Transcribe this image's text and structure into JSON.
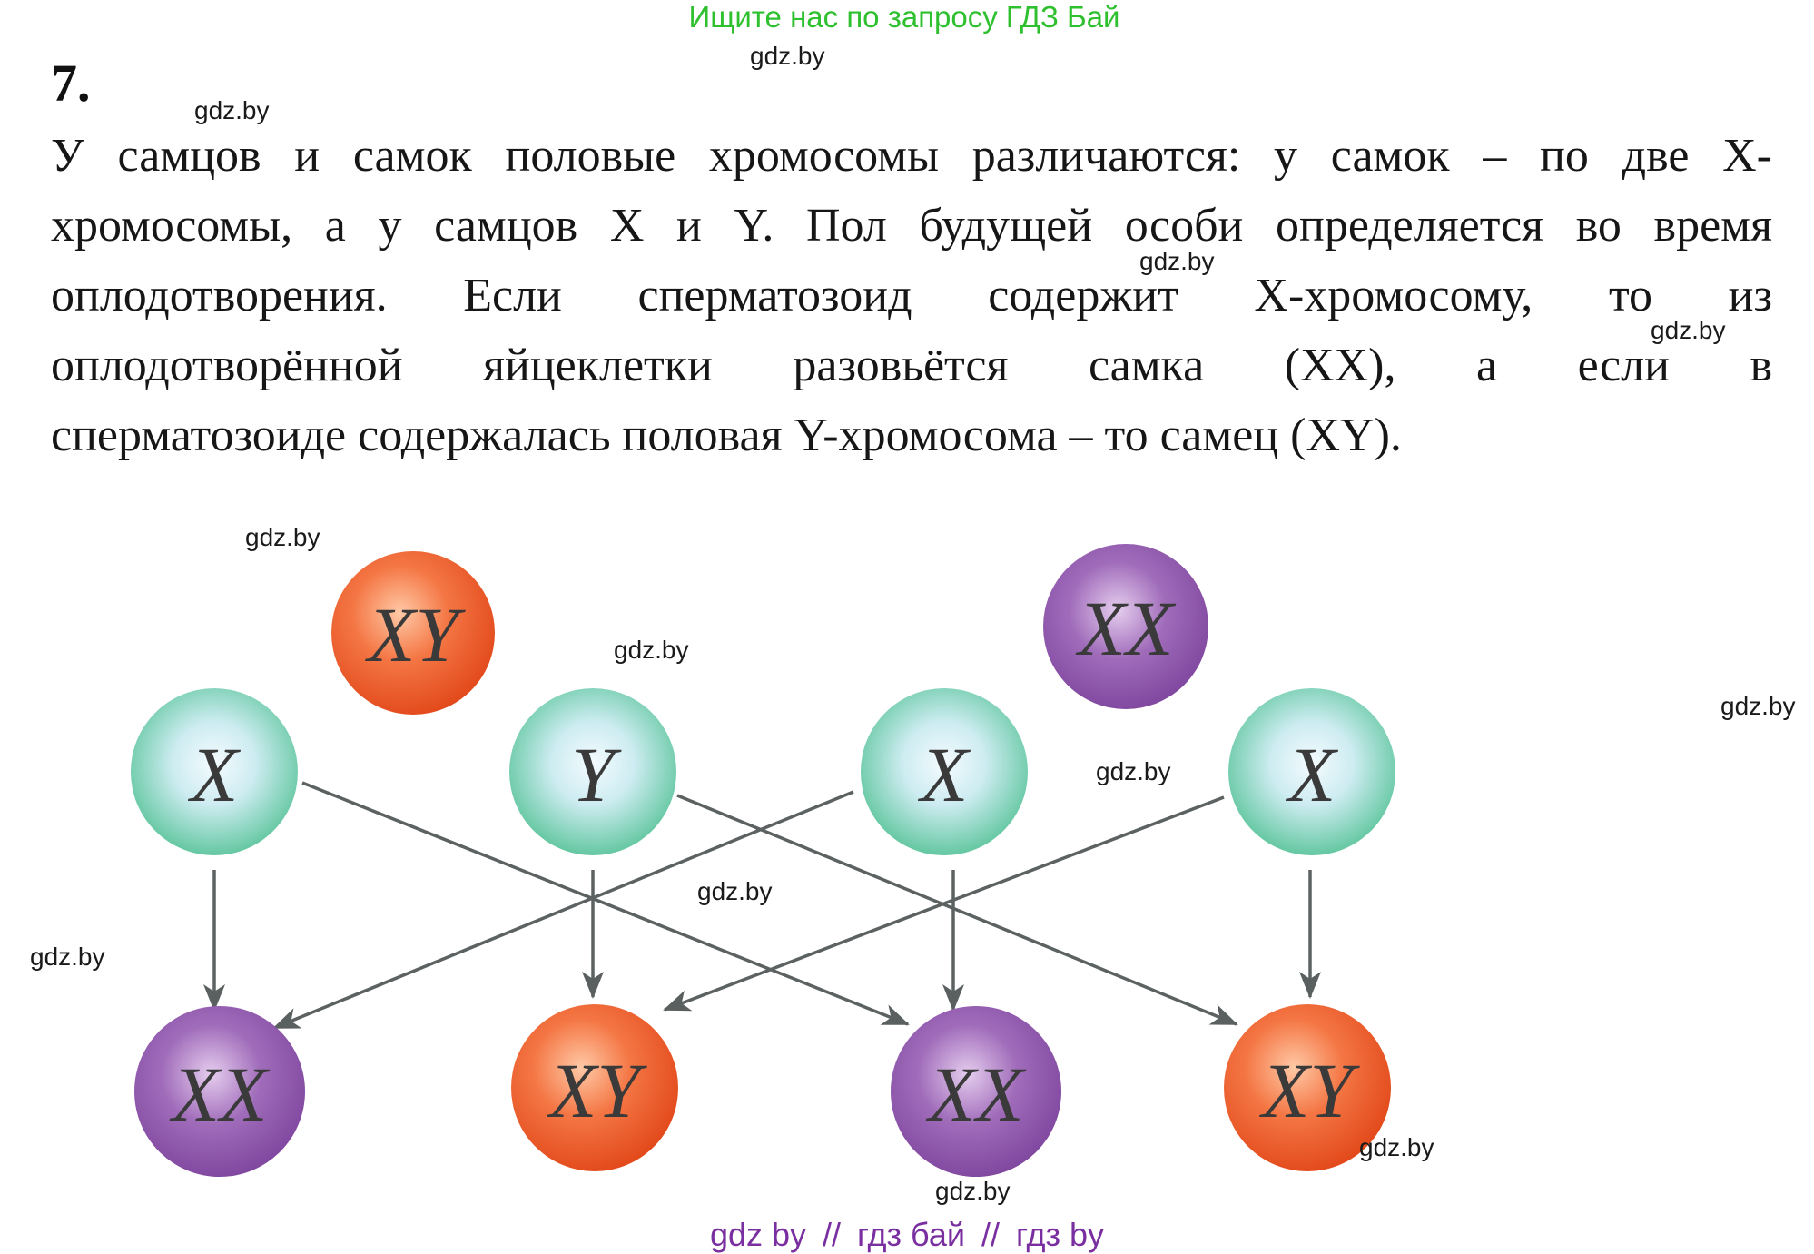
{
  "banner": "Ищите нас по запросу ГДЗ Бай",
  "task_number": "7.",
  "paragraph_lines": [
    "У самцов и самок половые хромосомы различаются: у самок – по две X-",
    "хромосомы, а у самцов X и Y. Пол будущей особи определяется во время",
    "оплодотворения. Если сперматозоид содержит X-хромосому, то из",
    "оплодотворённой яйцеклетки разовьётся самка (XX), а если в",
    "сперматозоиде содержалась половая Y-хромосома – то самец (XY)."
  ],
  "watermark": "gdz.by",
  "diagram": {
    "parents": [
      {
        "label": "XY",
        "kind": "male"
      },
      {
        "label": "XX",
        "kind": "female"
      }
    ],
    "gametes": [
      "X",
      "Y",
      "X",
      "X"
    ],
    "offspring": [
      {
        "label": "XX",
        "kind": "female"
      },
      {
        "label": "XY",
        "kind": "male"
      },
      {
        "label": "XX",
        "kind": "female"
      },
      {
        "label": "XY",
        "kind": "male"
      }
    ]
  },
  "colors": {
    "banner": "#2fc02f",
    "male": "#f05a28",
    "female": "#8a4fa8",
    "gamete": "#5fc9a0",
    "arrow": "#5a6060",
    "footer": "#7a2fa0"
  },
  "footer": {
    "parts": [
      "gdz by",
      "гдз бай",
      "гдз by"
    ],
    "separator": "//"
  }
}
